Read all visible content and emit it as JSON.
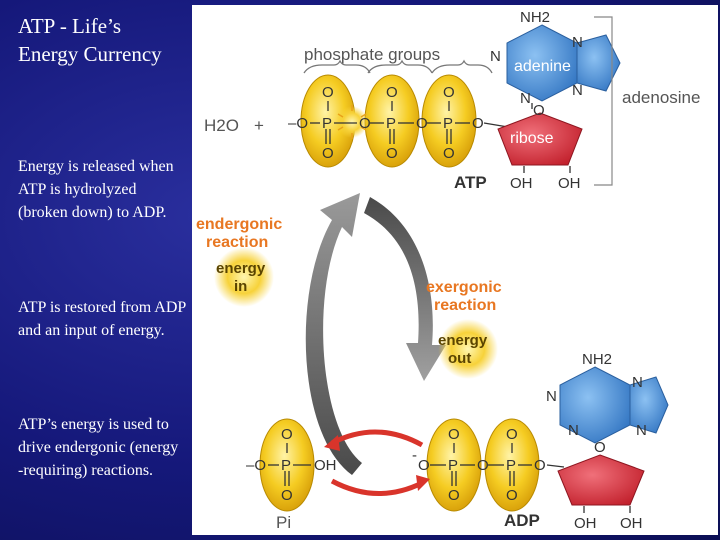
{
  "slide": {
    "title": "ATP - Life’s Energy Currency",
    "paragraphs": [
      "Energy is released when ATP is hydrolyzed  (broken down) to ADP.",
      "ATP is restored from ADP and an input of energy.",
      "ATP’s energy is used to drive endergonic (energy -requiring) reactions."
    ]
  },
  "diagram": {
    "phosphate_groups_label": "phosphate groups",
    "adenosine_label": "adenosine",
    "adenine_label": "adenine",
    "ribose_label": "ribose",
    "atp_label": "ATP",
    "adp_label": "ADP",
    "water_label": "H2O",
    "plus_sign": "+",
    "endergonic_label_1": "endergonic",
    "endergonic_label_2": "reaction",
    "energy_in_1": "energy",
    "energy_in_2": "in",
    "exergonic_label_1": "exergonic",
    "exergonic_label_2": "reaction",
    "energy_out_1": "energy",
    "energy_out_2": "out",
    "pi_label": "Pi",
    "atoms": {
      "P": "P",
      "O": "O",
      "OH": "OH",
      "N": "N",
      "NH2": "NH2",
      "neg_o": "–O",
      "minus": "-"
    },
    "colors": {
      "phosphate_yellow": "#f2c418",
      "adenine_blue": "#4a8fd4",
      "ribose_red": "#d62f3a",
      "reaction_orange": "#e87722",
      "arrow_gray": "#707070",
      "slide_blue": "#15187a"
    }
  }
}
